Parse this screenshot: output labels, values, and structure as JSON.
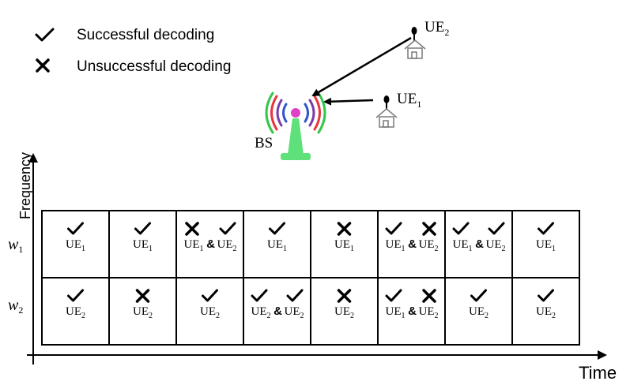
{
  "legend": {
    "success": {
      "icon": "check-icon",
      "label": "Successful decoding"
    },
    "failure": {
      "icon": "cross-icon",
      "label": "Unsuccessful decoding"
    }
  },
  "scene": {
    "bs_label": "BS",
    "ue1": {
      "base": "UE",
      "sub": "1"
    },
    "ue2": {
      "base": "UE",
      "sub": "2"
    }
  },
  "axes": {
    "x_label": "Time",
    "y_label": "Frequency"
  },
  "rows": [
    {
      "label_base": "w",
      "label_sub": "1"
    },
    {
      "label_base": "w",
      "label_sub": "2"
    }
  ],
  "grid": [
    [
      {
        "marks": [
          "check"
        ],
        "ues": [
          "1"
        ]
      },
      {
        "marks": [
          "check"
        ],
        "ues": [
          "1"
        ]
      },
      {
        "marks": [
          "cross",
          "check"
        ],
        "ues": [
          "1",
          "2"
        ]
      },
      {
        "marks": [
          "check"
        ],
        "ues": [
          "1"
        ]
      },
      {
        "marks": [
          "cross"
        ],
        "ues": [
          "1"
        ]
      },
      {
        "marks": [
          "check",
          "cross"
        ],
        "ues": [
          "1",
          "2"
        ]
      },
      {
        "marks": [
          "check",
          "check"
        ],
        "ues": [
          "1",
          "2"
        ]
      },
      {
        "marks": [
          "check"
        ],
        "ues": [
          "1"
        ]
      }
    ],
    [
      {
        "marks": [
          "check"
        ],
        "ues": [
          "2"
        ]
      },
      {
        "marks": [
          "cross"
        ],
        "ues": [
          "2"
        ]
      },
      {
        "marks": [
          "check"
        ],
        "ues": [
          "2"
        ]
      },
      {
        "marks": [
          "check",
          "check"
        ],
        "ues": [
          "2",
          "2"
        ]
      },
      {
        "marks": [
          "cross"
        ],
        "ues": [
          "2"
        ]
      },
      {
        "marks": [
          "check",
          "cross"
        ],
        "ues": [
          "1",
          "2"
        ]
      },
      {
        "marks": [
          "check"
        ],
        "ues": [
          "2"
        ]
      },
      {
        "marks": [
          "check"
        ],
        "ues": [
          "2"
        ]
      }
    ]
  ],
  "joiner": "&",
  "colors": {
    "antenna": "#5ee07a",
    "wave_red": "#e8343c",
    "wave_green": "#33c64a",
    "wave_purple": "#7c3aa8",
    "wave_blue": "#2d57c7",
    "hub": "#e040c8",
    "house": "#7a7a7a"
  }
}
